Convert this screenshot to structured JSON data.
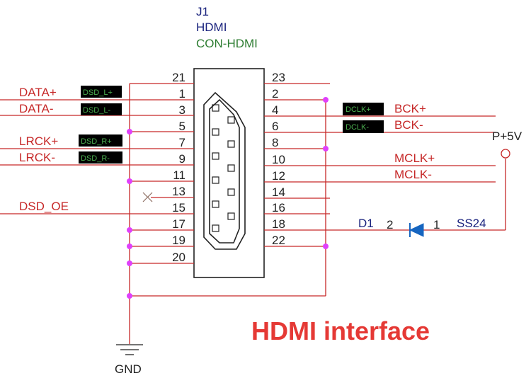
{
  "component": {
    "refdes": "J1",
    "name": "HDMI",
    "part": "CON-HDMI"
  },
  "left_pins": [
    "21",
    "1",
    "3",
    "5",
    "7",
    "9",
    "11",
    "13",
    "15",
    "17",
    "19",
    "20"
  ],
  "right_pins": [
    "23",
    "2",
    "4",
    "6",
    "8",
    "10",
    "12",
    "14",
    "16",
    "18",
    "22"
  ],
  "left_nets": [
    "DATA+",
    "DATA-",
    "LRCK+",
    "LRCK-",
    "DSD_OE"
  ],
  "right_nets": [
    "BCK+",
    "BCK-",
    "MCLK+",
    "MCLK-"
  ],
  "dsd_tags": [
    "DSD_L+",
    "DSD_L-",
    "DSD_R+",
    "DSD_R-"
  ],
  "dclk_tags": [
    "DCLK+",
    "DCLK-"
  ],
  "diode": {
    "refdes": "D1",
    "pin_a": "2",
    "pin_k": "1",
    "part": "SS24"
  },
  "power": "P+5V",
  "ground": "GND",
  "title": "HDMI interface",
  "colors": {
    "wire": "#c62828",
    "netlabel": "#c62828",
    "junction": "#e040fb",
    "refdes": "#1a237e",
    "value": "#2e7d32",
    "tag_bg": "#000000",
    "tag_text": "#4caf50",
    "title": "#e53935"
  }
}
